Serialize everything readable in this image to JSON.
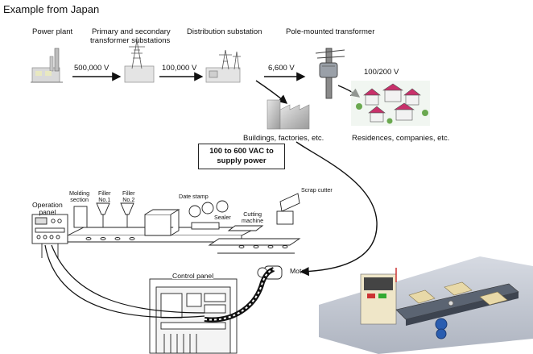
{
  "title": "Example from Japan",
  "stages": {
    "power_plant": "Power plant",
    "substations_1": "Primary and secondary",
    "substations_2": "transformer substations",
    "distribution": "Distribution substation",
    "pole": "Pole-mounted transformer",
    "buildings": "Buildings, factories, etc.",
    "residences": "Residences, companies, etc."
  },
  "voltages": {
    "v1": "500,000 V",
    "v2": "100,000 V",
    "v3": "6,600 V",
    "v4": "100/200 V"
  },
  "supply_box": {
    "line1": "100 to 600 VAC to",
    "line2": "supply power"
  },
  "machine": {
    "operation_panel_1": "Operation",
    "operation_panel_2": "panel",
    "molding_1": "Molding",
    "molding_2": "section",
    "filler1_1": "Filler",
    "filler1_2": "No.1",
    "filler2_1": "Filler",
    "filler2_2": "No.2",
    "date_stamp": "Date stamp",
    "scrap_cutter": "Scrap cutter",
    "sealer": "Sealer",
    "cutting_1": "Cutting",
    "cutting_2": "machine",
    "control_panel": "Control panel",
    "motor": "Motor"
  }
}
